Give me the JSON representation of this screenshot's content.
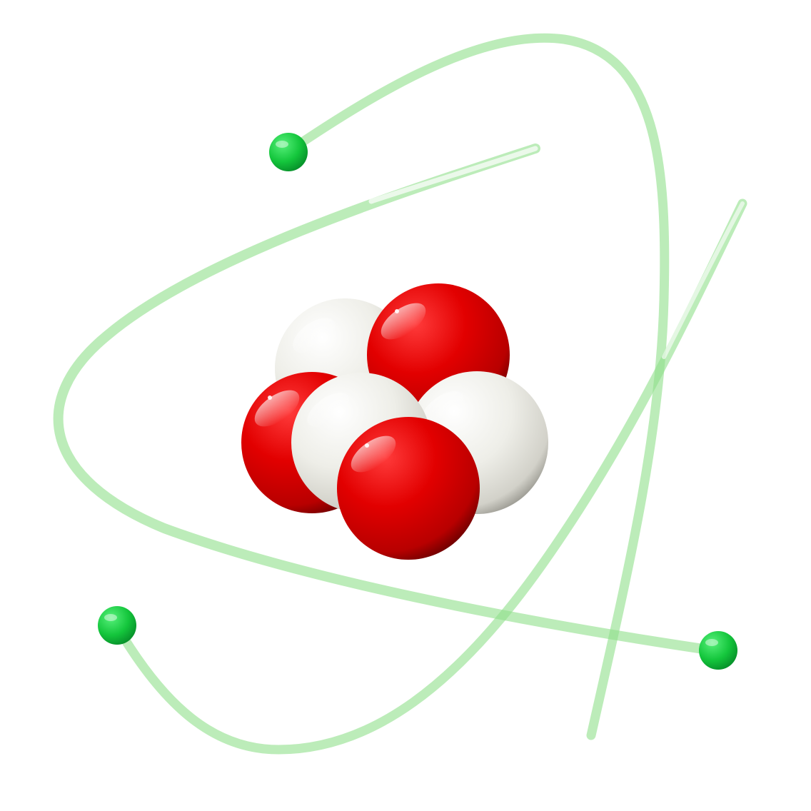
{
  "diagram": {
    "subject": "atom",
    "colors": {
      "background": "#ffffff",
      "orbit": "#8fe08a",
      "electron": "#12c43a",
      "proton": "#e00000",
      "neutron": "#e8e7e1"
    },
    "nucleus": {
      "protons": 3,
      "neutrons": 3
    },
    "orbits": 3,
    "electrons": 3
  }
}
